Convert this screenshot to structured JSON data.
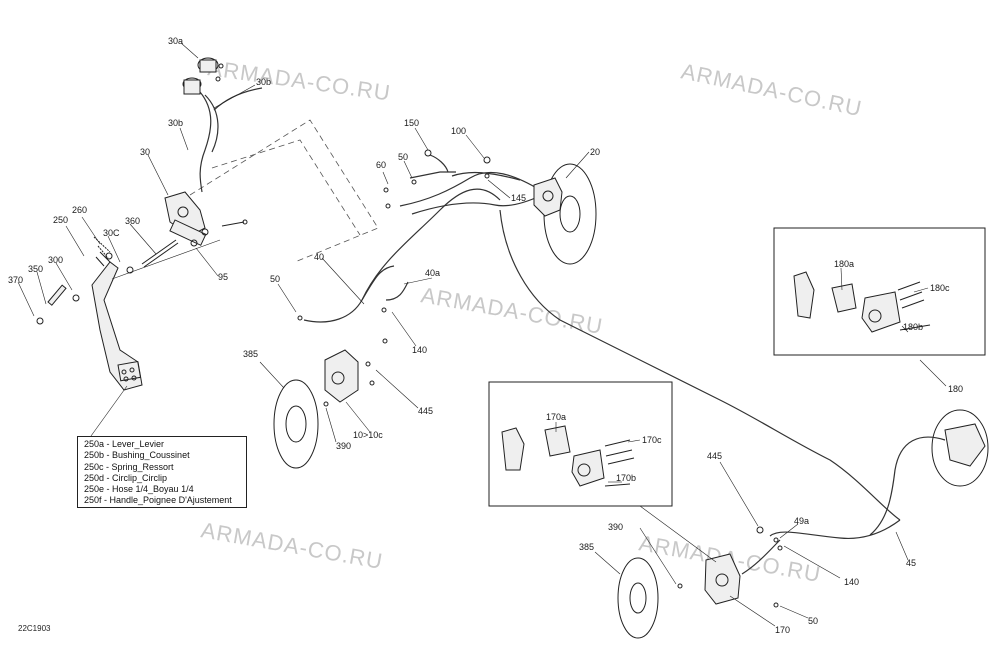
{
  "watermark": "ARMADA-CO.RU",
  "diagram_code": "22C1903",
  "legend": [
    "250a - Lever_Levier",
    "250b - Bushing_Coussinet",
    "250c - Spring_Ressort",
    "250d - Circlip_Circlip",
    "250e - Hose 1/4_Boyau 1/4",
    "250f - Handle_Poignee D'Ajustement"
  ],
  "callouts": {
    "c30a": "30a",
    "c30b1": "30b",
    "c30b2": "30b",
    "c30": "30",
    "c260": "260",
    "c250": "250",
    "c360": "360",
    "c30c": "30C",
    "c300": "300",
    "c350": "350",
    "c370": "370",
    "c95": "95",
    "c40": "40",
    "c40a": "40a",
    "c50a": "50",
    "c140a": "140",
    "c385a": "385",
    "c390a": "390",
    "c445a": "445",
    "c10": "10>10c",
    "c150": "150",
    "c100": "100",
    "c60": "60",
    "c50b": "50",
    "c145": "145",
    "c20": "20",
    "c180a": "180a",
    "c180c": "180c",
    "c180b": "180b",
    "c180": "180",
    "c170a": "170a",
    "c170c": "170c",
    "c170b": "170b",
    "c445b": "445",
    "c49a": "49a",
    "c140b": "140",
    "c45": "45",
    "c390b": "390",
    "c385b": "385",
    "c170": "170",
    "c50c": "50"
  }
}
